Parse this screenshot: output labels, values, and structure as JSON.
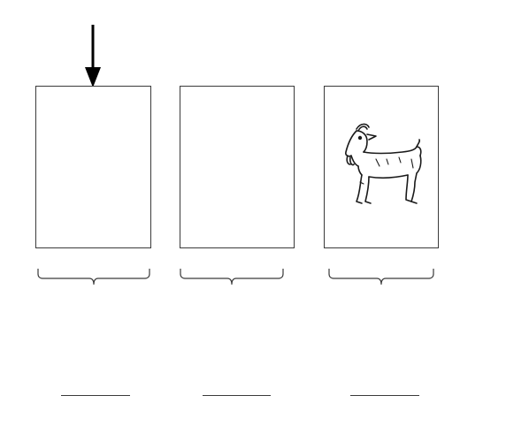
{
  "diagram": {
    "pointer": {
      "icon": "down-arrow-icon",
      "points_to_card": 1
    },
    "cards": [
      {
        "position": 1,
        "content": ""
      },
      {
        "position": 2,
        "content": ""
      },
      {
        "position": 3,
        "content": "goat-illustration"
      }
    ],
    "answer_lines": [
      {
        "value": ""
      },
      {
        "value": ""
      },
      {
        "value": ""
      }
    ],
    "colors": {
      "stroke": "#3a3a3a",
      "background": "#ffffff",
      "arrow": "#000000"
    }
  }
}
